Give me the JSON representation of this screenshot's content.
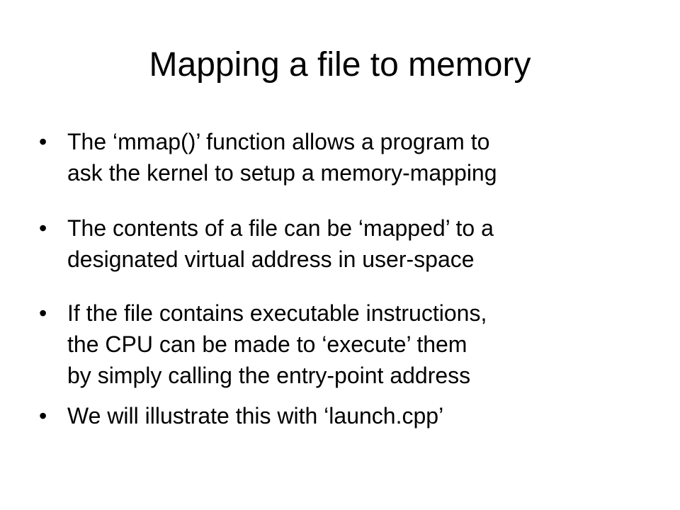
{
  "slide": {
    "title": "Mapping a file to memory",
    "bullets": [
      {
        "lines": [
          "The ‘mmap()’ function allows a program to",
          "ask the kernel to setup a memory-mapping"
        ]
      },
      {
        "lines": [
          "The contents of a file can be ‘mapped’ to a",
          "designated virtual address in user-space"
        ]
      },
      {
        "lines": [
          "If the file contains executable instructions,",
          "the CPU can be made to ‘execute’ them",
          "by simply calling the entry-point address"
        ]
      },
      {
        "lines": [
          "We will illustrate this with ‘launch.cpp’"
        ]
      }
    ],
    "bullet_glyph": "•"
  }
}
